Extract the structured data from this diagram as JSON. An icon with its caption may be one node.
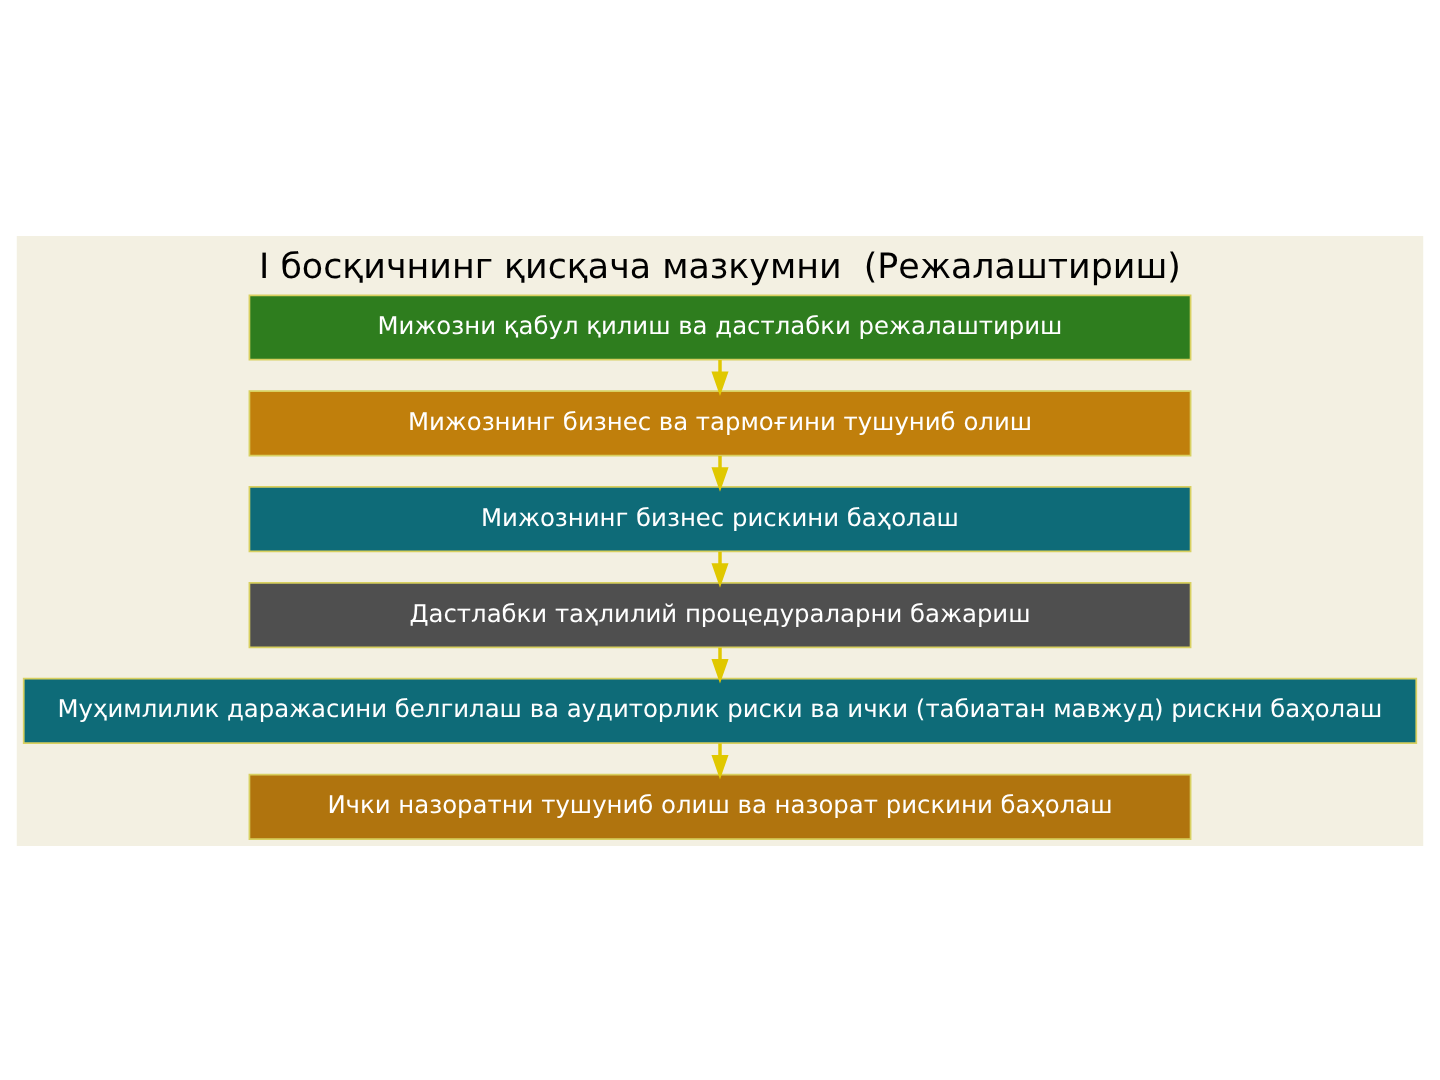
{
  "diagram": {
    "title": "I босқичнинг қисқача мазкумни  (Режалаштириш)",
    "nodes": [
      {
        "text": [
          "Мижозни қабул қилиш ва дастлабки режалаштириш"
        ]
      },
      {
        "text": [
          "Мижознинг бизнес ва тармоғини тушуниб олиш"
        ]
      },
      {
        "text": [
          "Мижознинг бизнес рискини баҳолаш"
        ]
      },
      {
        "text": [
          "Дастлабки таҳлилий процедураларни бажариш"
        ]
      },
      {
        "text": [
          "Муҳимлилик даражасини белгилаш ва аудиторлик риски ва ички (табиатан мавжуд) рискни баҳолаш"
        ]
      },
      {
        "text": [
          "Ички назоратни тушуниб олиш ва назорат рискини баҳолаш"
        ]
      }
    ],
    "edges": [
      {
        "from": 0,
        "to": 1,
        "arrow": "to"
      },
      {
        "from": 1,
        "to": 2,
        "arrow": "to"
      },
      {
        "from": 2,
        "to": 3,
        "arrow": "to"
      },
      {
        "from": 3,
        "to": 4,
        "arrow": "to"
      },
      {
        "from": 4,
        "to": 5,
        "arrow": "to"
      }
    ]
  }
}
